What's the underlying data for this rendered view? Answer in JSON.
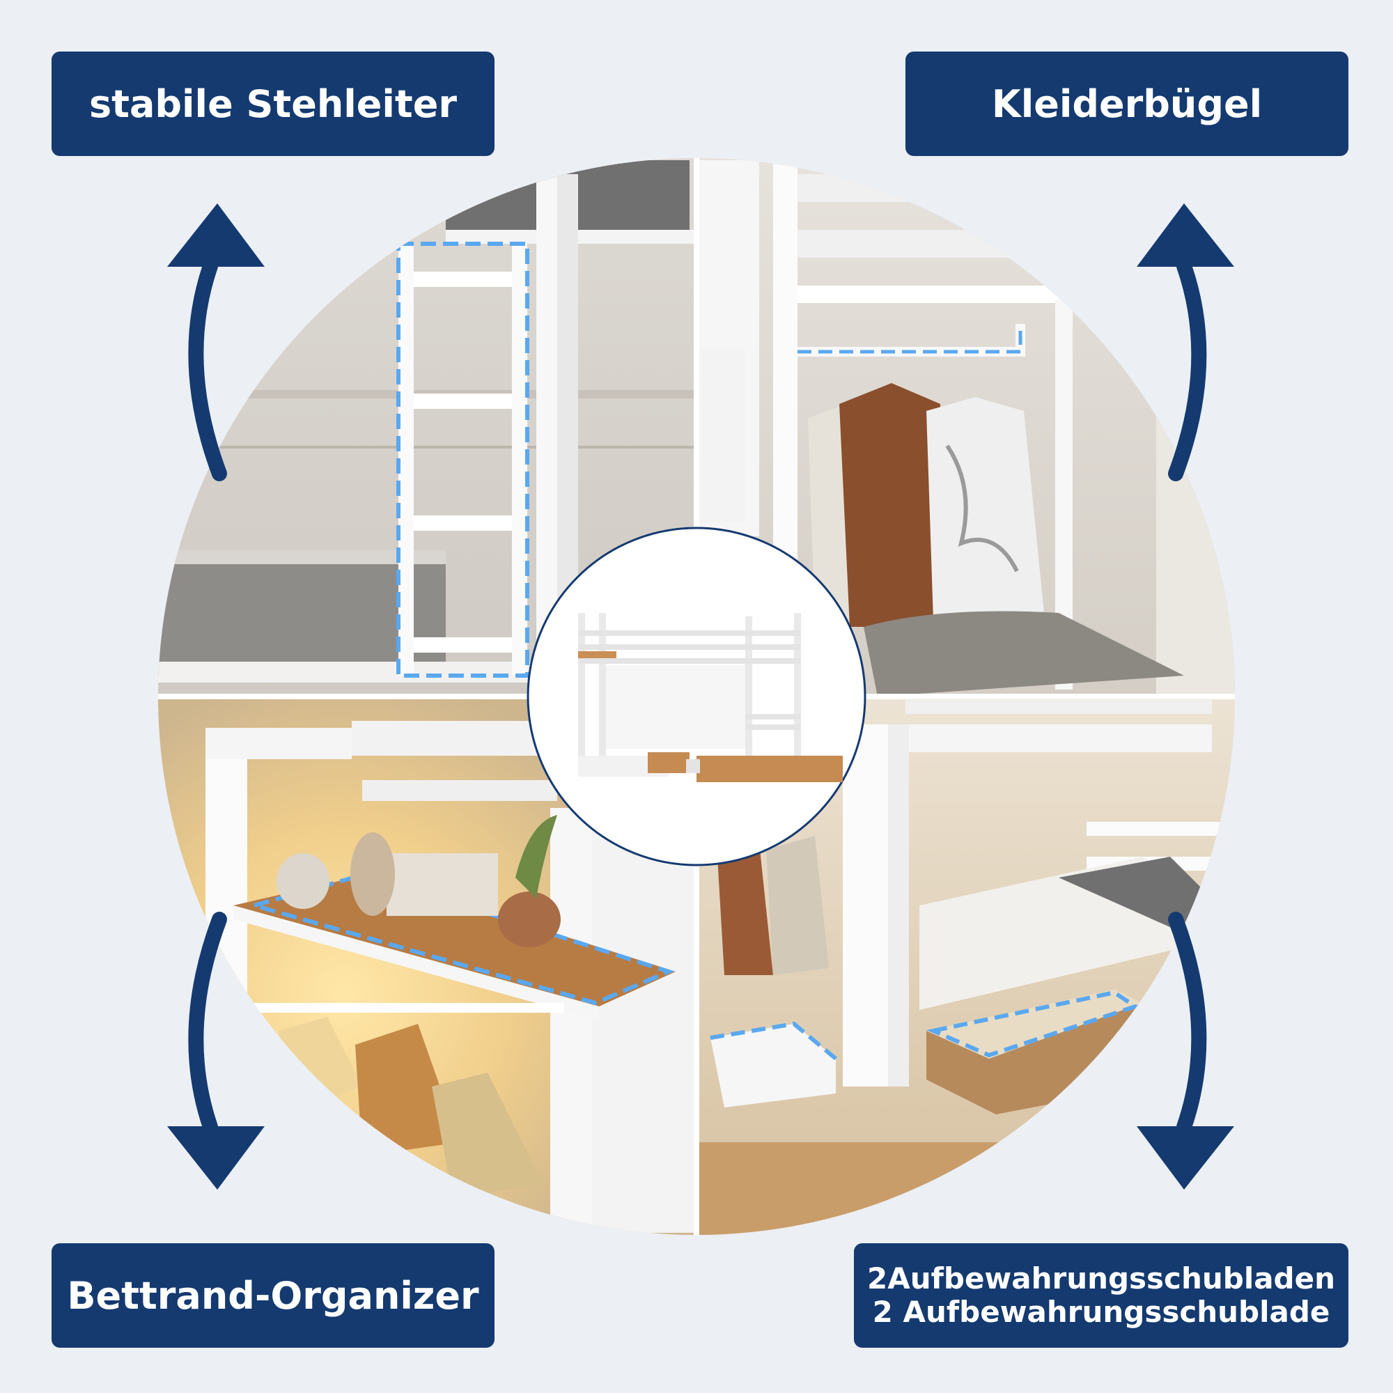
{
  "labels": {
    "top_left": "stabile Stehleiter",
    "top_right": "Kleiderbügel",
    "bottom_left": "Bettrand-Organizer",
    "bottom_right_line1": "2Aufbewahrungsschubladen",
    "bottom_right_line2": "2 Aufbewahrungsschublade"
  },
  "colors": {
    "label_bg": "#143a70",
    "label_text": "#ffffff",
    "arrow": "#143a70",
    "highlight": "#5aa8ef",
    "background": "#eceff4"
  },
  "icons": {
    "arrows": [
      "arrow-up-left-icon",
      "arrow-up-right-icon",
      "arrow-down-left-icon",
      "arrow-down-right-icon"
    ]
  }
}
